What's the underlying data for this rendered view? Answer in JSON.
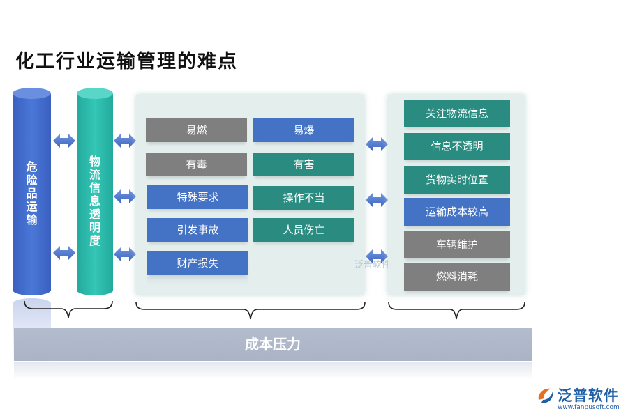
{
  "title": "化工行业运输管理的难点",
  "col1": {
    "label": "危险品运输"
  },
  "col2": {
    "label": "物流信息透明度"
  },
  "middle": {
    "left_items": [
      "易燃",
      "有毒",
      "特殊要求",
      "引发事故",
      "财产损失"
    ],
    "right_items": [
      "易爆",
      "有害",
      "操作不当",
      "人员伤亡"
    ]
  },
  "right_items": [
    "关注物流信息",
    "信息不透明",
    "货物实时位置",
    "运输成本较高",
    "车辆维护",
    "燃料消耗"
  ],
  "bottom": {
    "label": "成本压力"
  },
  "logo": {
    "name": "泛普软件",
    "url": "www.fanpusoft.com"
  },
  "watermark": "泛普软件",
  "colors": {
    "blue": "#4472c4",
    "teal": "#2a8c80",
    "gray": "#7f7f7f",
    "cylinder_blue": "#4169c8",
    "cylinder_teal": "#2fbfb0"
  }
}
